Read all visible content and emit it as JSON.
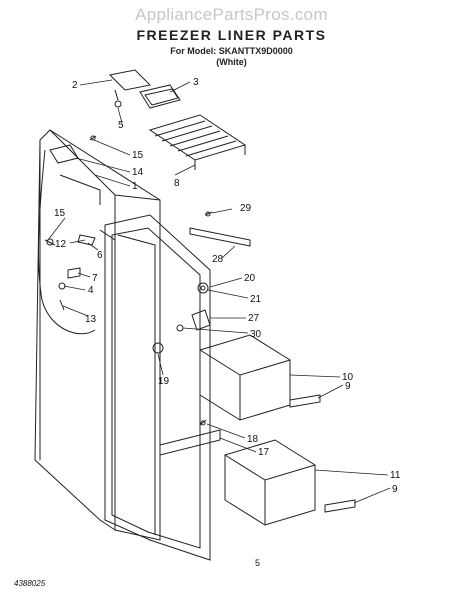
{
  "header": {
    "watermark": "AppliancePartsPros.com",
    "title": "FREEZER LINER PARTS",
    "model_line": "For Model: SKANTTX9D0000",
    "color_line": "(White)"
  },
  "callouts": [
    "2",
    "3",
    "5",
    "8",
    "15",
    "14",
    "1",
    "15",
    "12",
    "6",
    "7",
    "4",
    "13",
    "29",
    "28",
    "20",
    "21",
    "27",
    "30",
    "19",
    "10",
    "9",
    "18",
    "17",
    "11",
    "9"
  ],
  "footer": {
    "page_number": "5",
    "doc_number": "4388025"
  },
  "colors": {
    "line": "#222222",
    "watermark": "#c7c7c7"
  }
}
